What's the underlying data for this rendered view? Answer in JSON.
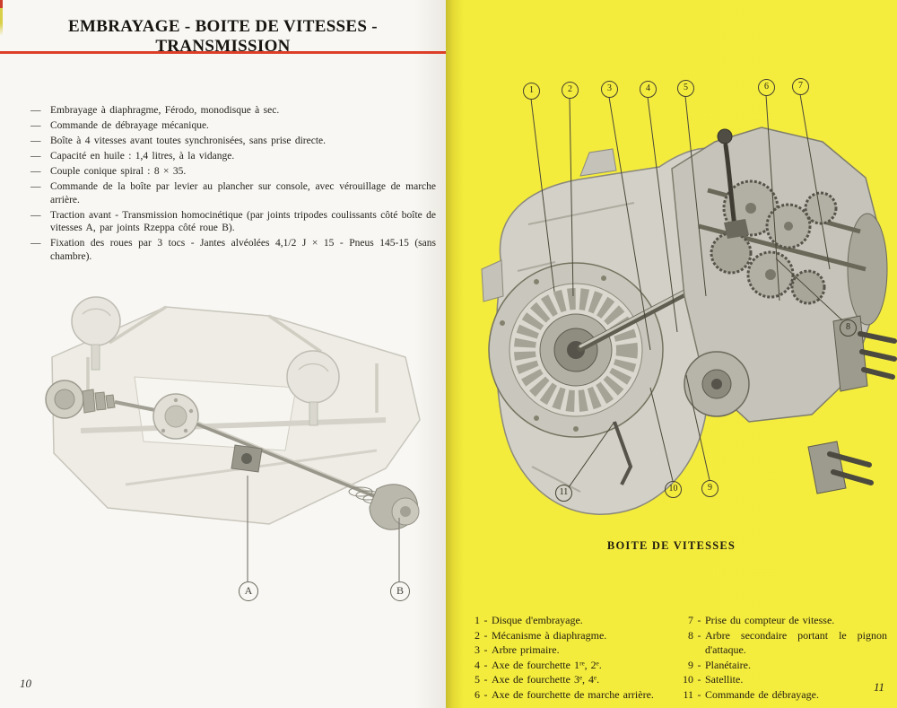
{
  "colors": {
    "page_yellow": "#f4ec3c",
    "yellow_gutter": "#c9bd2e",
    "paper": "#f8f7f3",
    "rule_red": "#dc3f28",
    "ink": "#26231c"
  },
  "left_page": {
    "title": "EMBRAYAGE - BOITE DE VITESSES - TRANSMISSION",
    "bullet": "—",
    "specs": [
      "Embrayage à diaphragme, Férodo, monodisque à sec.",
      "Commande de débrayage mécanique.",
      "Boîte à 4 vitesses avant toutes synchronisées, sans prise directe.",
      "Capacité en huile : 1,4 litres, à la vidange.",
      "Couple conique spiral : 8 × 35.",
      "Commande de la boîte par levier au plancher sur console, avec vérouillage de marche arrière.",
      "Traction avant - Transmission homocinétique (par joints tripodes coulissants côté boîte de vitesses A, par joints Rzeppa côté roue B).",
      "Fixation des roues par 3 tocs - Jantes alvéolées 4,1/2 J × 15 - Pneus 145-15 (sans chambre)."
    ],
    "figure_labels": {
      "a": "A",
      "b": "B"
    },
    "page_number": "10"
  },
  "right_page": {
    "caption": "BOITE DE VITESSES",
    "page_number": "11",
    "callouts": [
      "1",
      "2",
      "3",
      "4",
      "5",
      "6",
      "7",
      "8",
      "9",
      "10",
      "11"
    ],
    "legend_dash": "-",
    "legend_left": [
      {
        "num": "1",
        "text": "Disque d'embrayage."
      },
      {
        "num": "2",
        "text": "Mécanisme à diaphragme."
      },
      {
        "num": "3",
        "text": "Arbre primaire."
      },
      {
        "num": "4",
        "text": "Axe de fourchette 1ʳᵉ, 2ᵉ."
      },
      {
        "num": "5",
        "text": "Axe de fourchette 3ᵉ, 4ᵉ."
      },
      {
        "num": "6",
        "text": "Axe de fourchette de marche arrière."
      }
    ],
    "legend_right": [
      {
        "num": "7",
        "text": "Prise du compteur de vitesse."
      },
      {
        "num": "8",
        "text": "Arbre secondaire portant le pignon d'attaque."
      },
      {
        "num": "9",
        "text": "Planétaire."
      },
      {
        "num": "10",
        "text": "Satellite."
      },
      {
        "num": "11",
        "text": "Commande de débrayage."
      }
    ]
  }
}
